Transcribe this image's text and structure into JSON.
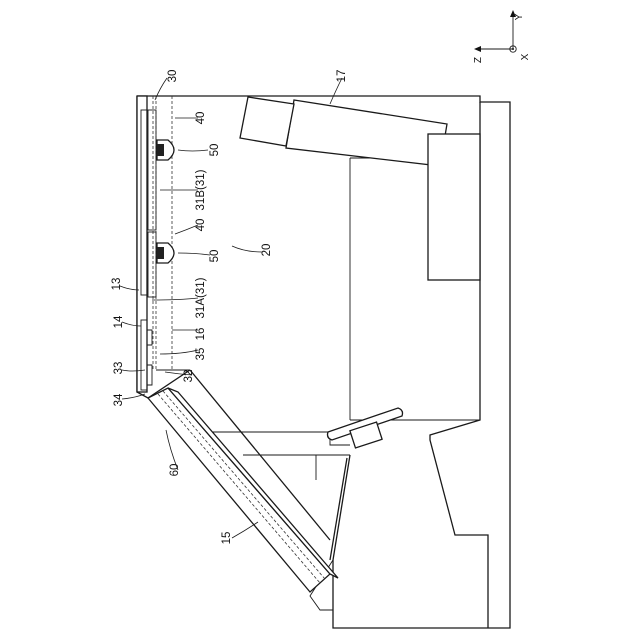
{
  "axes": {
    "y": "Y",
    "z": "Z",
    "x": "X"
  },
  "labels": {
    "l30": "30",
    "l17": "17",
    "l40a": "40",
    "l50a": "50",
    "l31b": "31B(31)",
    "l40b": "40",
    "l20": "20",
    "l50b": "50",
    "l13": "13",
    "l31a": "31A(31)",
    "l14": "14",
    "l16": "16",
    "l35": "35",
    "l33": "33",
    "l32": "32",
    "l34": "34",
    "l60": "60",
    "l15": "15"
  }
}
